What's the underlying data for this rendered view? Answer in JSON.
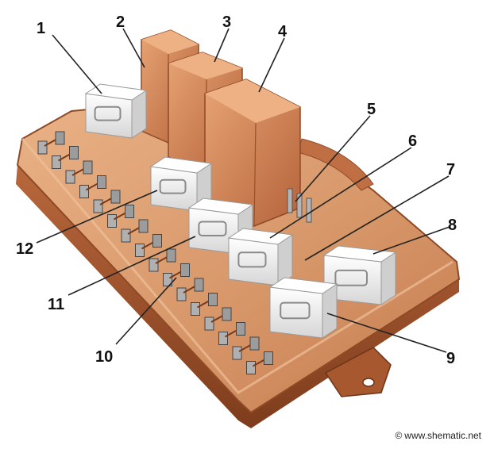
{
  "callouts": [
    "1",
    "2",
    "3",
    "4",
    "5",
    "6",
    "7",
    "8",
    "9",
    "10",
    "11",
    "12"
  ],
  "watermark": {
    "symbol": "©",
    "text": "www.shematic.net"
  },
  "colors": {
    "housing_light": "#e0a577",
    "housing_mid": "#c4784b",
    "housing_dark": "#8e4a26",
    "relay_white": "#f5f5f5",
    "relay_shadow": "#b9b9b9",
    "relay_orange": "#d98d5a",
    "metal": "#a9a9a9",
    "leader": "#222222"
  }
}
